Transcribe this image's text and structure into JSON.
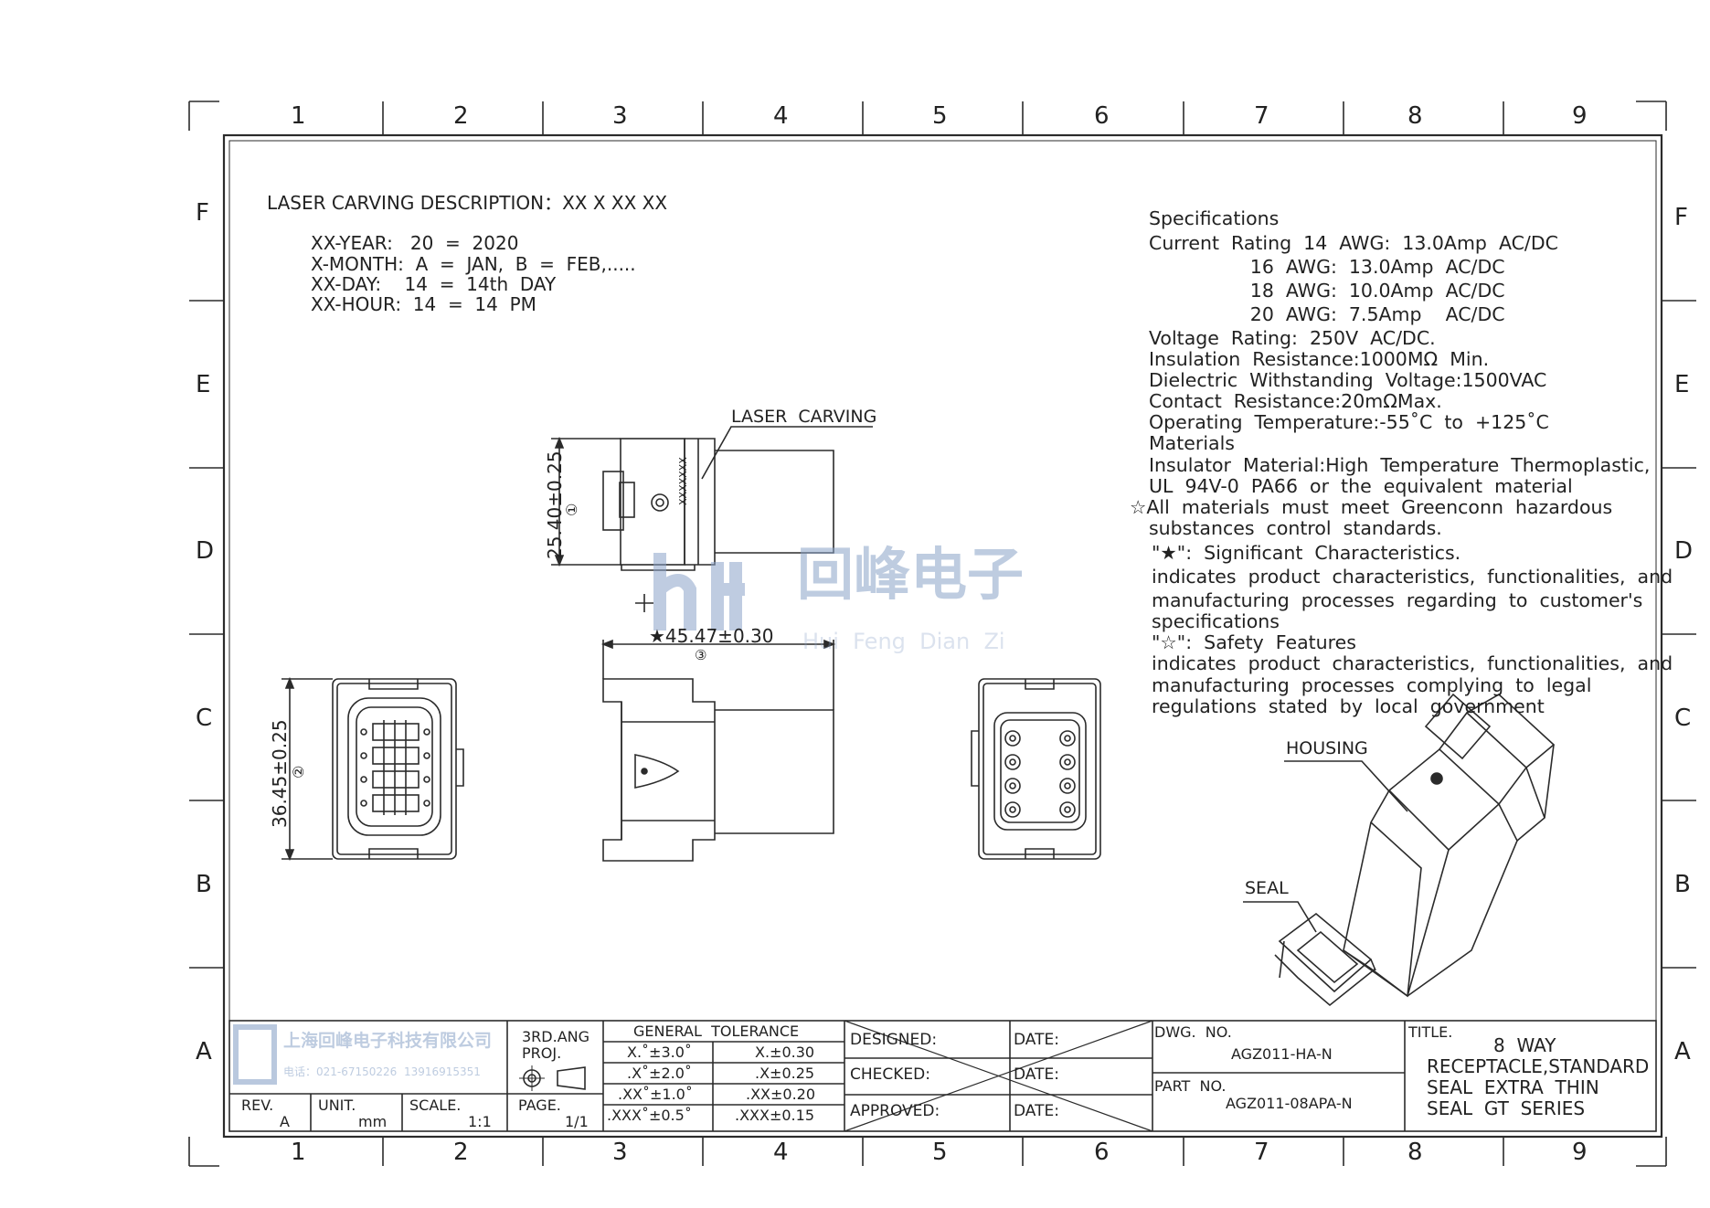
{
  "grid": {
    "columns": [
      "1",
      "2",
      "3",
      "4",
      "5",
      "6",
      "7",
      "8",
      "9"
    ],
    "rows": [
      "F",
      "E",
      "D",
      "C",
      "B",
      "A"
    ]
  },
  "laser_note": {
    "title": "LASER CARVING DESCRIPTION：XX X XX XX",
    "lines": [
      "XX-YEAR:   20  =  2020",
      "X-MONTH:  A  =  JAN,  B  =  FEB,.....",
      "XX-DAY:    14  =  14th  DAY",
      "XX-HOUR:  14  =  14  PM"
    ]
  },
  "specs": {
    "lines": [
      "Specifications",
      "Current  Rating  14  AWG:  13.0Amp  AC/DC",
      "                 16  AWG:  13.0Amp  AC/DC",
      "                 18  AWG:  10.0Amp  AC/DC",
      "                 20  AWG:  7.5Amp    AC/DC",
      "Voltage  Rating:  250V  AC/DC.",
      "Insulation  Resistance:1000MΩ  Min.",
      "Dielectric  Withstanding  Voltage:1500VAC",
      "Contact  Resistance:20mΩMax.",
      "Operating  Temperature:-55˚C  to  +125˚C",
      "Materials",
      "Insulator  Material:High  Temperature  Thermoplastic,",
      "UL  94V-0  PA66  or  the  equivalent  material",
      "☆All  materials  must  meet  Greenconn  hazardous",
      "substances  control  standards.",
      "\"★\":  Significant  Characteristics.",
      "indicates  product  characteristics,  functionalities,  and",
      "manufacturing  processes  regarding  to  customer's",
      "specifications",
      "\"☆\":  Safety  Features",
      "indicates  product  characteristics,  functionalities,  and",
      "manufacturing  processes  complying  to  legal",
      "regulations  stated  by  local  government"
    ]
  },
  "labels": {
    "laser_carving": "LASER  CARVING",
    "housing": "HOUSING",
    "seal": "SEAL",
    "carving_text": "XXXXXXX"
  },
  "dimensions": {
    "d1": "25.40±0.25",
    "d1_tag": "①",
    "d2": "36.45±0.25",
    "d2_tag": "②",
    "d3": "★45.47±0.30",
    "d3_tag": "③"
  },
  "watermark": {
    "cn": "回峰电子",
    "en": "Hui  Feng  Dian  Zi"
  },
  "title_block": {
    "company": "上海回峰电子科技有限公司",
    "phone": "电话：021-67150226  13916915351",
    "rev_label": "REV.",
    "rev_value": "A",
    "unit_label": "UNIT.",
    "unit_value": "mm",
    "scale_label": "SCALE.",
    "scale_value": "1:1",
    "proj_label": "3RD.ANG\nPROJ.",
    "page_label": "PAGE.",
    "page_value": "1/1",
    "tolerance_header": "GENERAL  TOLERANCE",
    "tolerance_rows": [
      [
        "X.˚±3.0˚",
        "X.±0.30"
      ],
      [
        ".X˚±2.0˚",
        ".X±0.25"
      ],
      [
        ".XX˚±1.0˚",
        ".XX±0.20"
      ],
      [
        ".XXX˚±0.5˚",
        ".XXX±0.15"
      ]
    ],
    "designed": "DESIGNED:",
    "checked": "CHECKED:",
    "approved": "APPROVED:",
    "date": "DATE:",
    "dwg_label": "DWG.  NO.",
    "dwg_value": "AGZ011-HA-N",
    "part_label": "PART  NO.",
    "part_value": "AGZ011-08APA-N",
    "title_label": "TITLE.",
    "title_lines": [
      "8  WAY",
      "RECEPTACLE,STANDARD",
      "SEAL  EXTRA  THIN",
      "SEAL  GT  SERIES"
    ]
  },
  "colors": {
    "line": "#2b2b2b",
    "watermark": "#8aa3c8",
    "background": "#ffffff"
  }
}
